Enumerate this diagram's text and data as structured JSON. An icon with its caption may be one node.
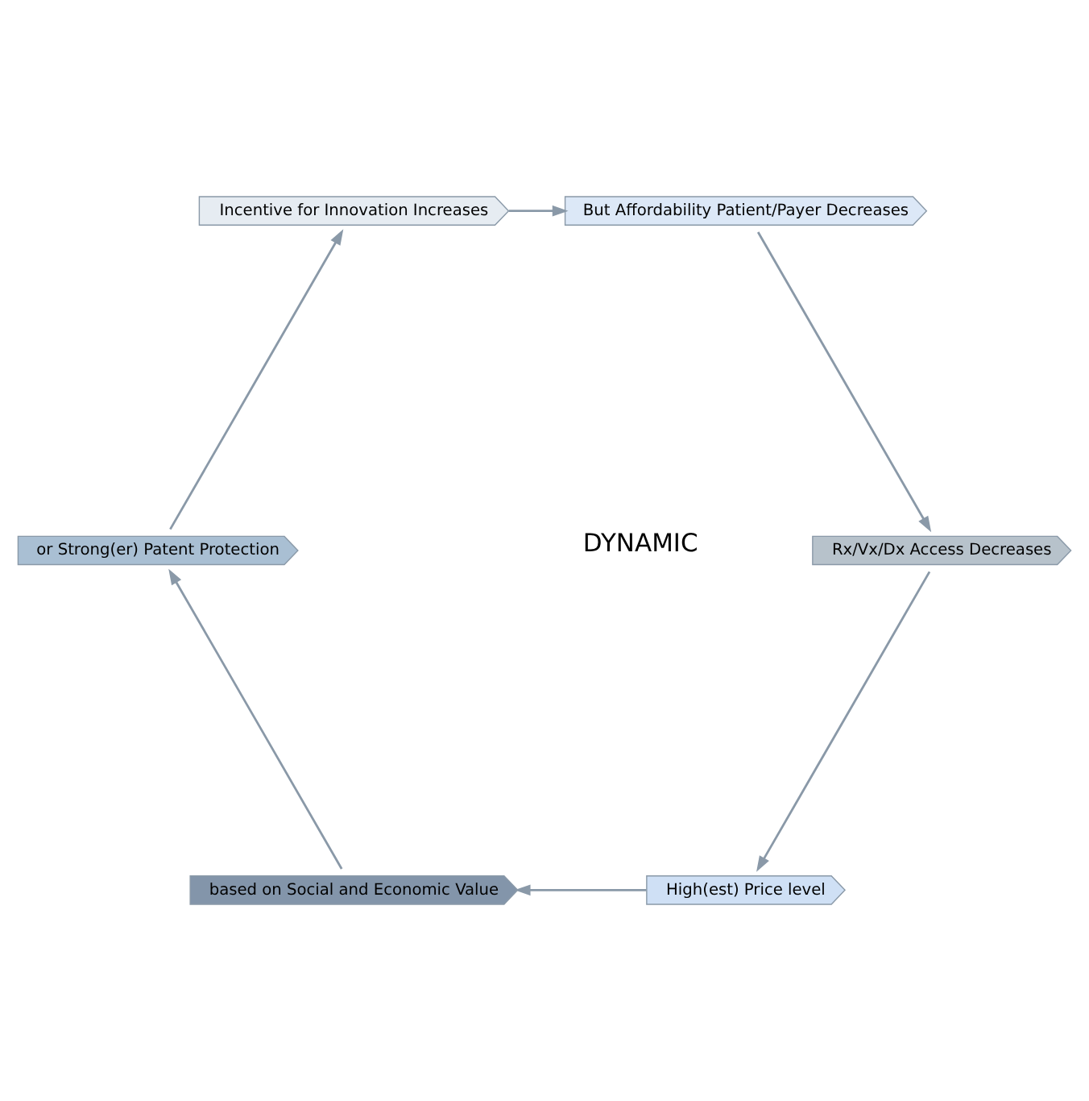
{
  "diagram": {
    "nodes": [
      {
        "text": [
          "High(est) Price level"
        ]
      },
      {
        "text": [
          "based on Social and Economic Value"
        ]
      },
      {
        "text": [
          "or Strong(er) Patent Protection"
        ]
      },
      {
        "text": [
          "Incentive for Innovation Increases"
        ]
      },
      {
        "text": [
          "But Affordability Patient/Payer Decreases"
        ]
      },
      {
        "text": [
          "Rx/Vx/Dx Access Decreases"
        ]
      }
    ],
    "edges": [
      {
        "from": 0,
        "to": 1,
        "arrow": "to"
      },
      {
        "from": 1,
        "to": 2,
        "arrow": "to"
      },
      {
        "from": 2,
        "to": 3,
        "arrow": "to"
      },
      {
        "from": 3,
        "to": 4,
        "arrow": "to"
      },
      {
        "from": 4,
        "to": 5,
        "arrow": "to"
      },
      {
        "from": 5,
        "to": 0,
        "arrow": "to"
      }
    ],
    "labels": [
      "DYNAMIC"
    ]
  }
}
